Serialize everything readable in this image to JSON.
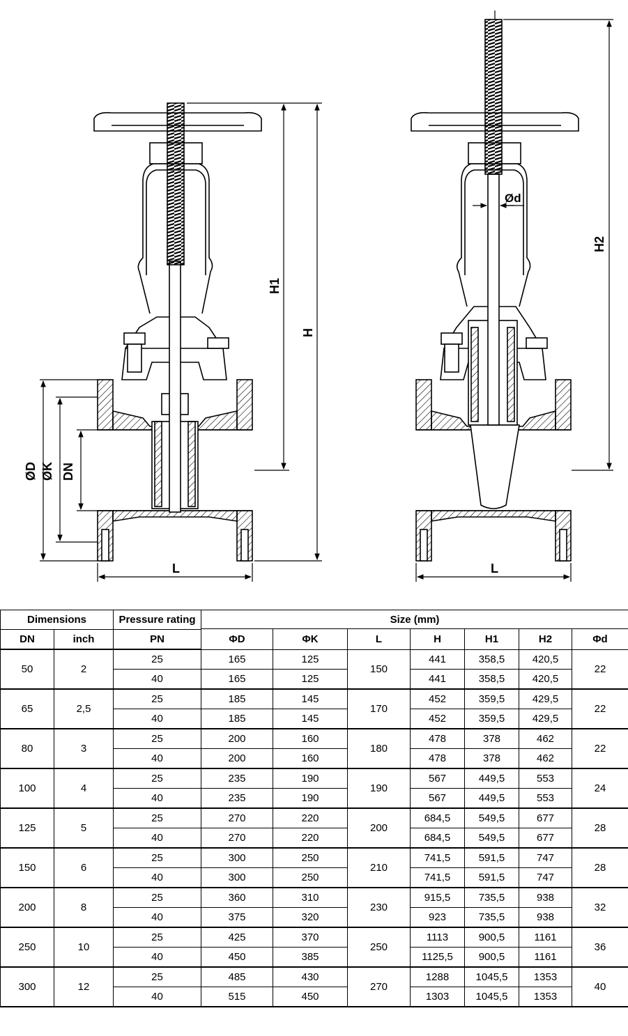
{
  "drawing": {
    "labels": {
      "od": "ØD",
      "ok": "ØK",
      "dn": "DN",
      "l_left": "L",
      "l_right": "L",
      "h": "H",
      "h1": "H1",
      "h2": "H2",
      "stem_d": "Ød"
    }
  },
  "table": {
    "header": {
      "dimensions": "Dimensions",
      "pressure_rating": "Pressure rating",
      "size": "Size (mm)",
      "dn": "DN",
      "inch": "inch",
      "pn": "PN",
      "cols": [
        "ΦD",
        "ΦK",
        "L",
        "H",
        "H1",
        "H2",
        "Φd"
      ]
    },
    "groups": [
      {
        "dn": "50",
        "inch": "2",
        "l": "150",
        "d_stem": "22",
        "rows": [
          {
            "pn": "25",
            "od": "165",
            "ok": "125",
            "h": "441",
            "h1": "358,5",
            "h2": "420,5"
          },
          {
            "pn": "40",
            "od": "165",
            "ok": "125",
            "h": "441",
            "h1": "358,5",
            "h2": "420,5"
          }
        ]
      },
      {
        "dn": "65",
        "inch": "2,5",
        "l": "170",
        "d_stem": "22",
        "rows": [
          {
            "pn": "25",
            "od": "185",
            "ok": "145",
            "h": "452",
            "h1": "359,5",
            "h2": "429,5"
          },
          {
            "pn": "40",
            "od": "185",
            "ok": "145",
            "h": "452",
            "h1": "359,5",
            "h2": "429,5"
          }
        ]
      },
      {
        "dn": "80",
        "inch": "3",
        "l": "180",
        "d_stem": "22",
        "rows": [
          {
            "pn": "25",
            "od": "200",
            "ok": "160",
            "h": "478",
            "h1": "378",
            "h2": "462"
          },
          {
            "pn": "40",
            "od": "200",
            "ok": "160",
            "h": "478",
            "h1": "378",
            "h2": "462"
          }
        ]
      },
      {
        "dn": "100",
        "inch": "4",
        "l": "190",
        "d_stem": "24",
        "rows": [
          {
            "pn": "25",
            "od": "235",
            "ok": "190",
            "h": "567",
            "h1": "449,5",
            "h2": "553"
          },
          {
            "pn": "40",
            "od": "235",
            "ok": "190",
            "h": "567",
            "h1": "449,5",
            "h2": "553"
          }
        ]
      },
      {
        "dn": "125",
        "inch": "5",
        "l": "200",
        "d_stem": "28",
        "rows": [
          {
            "pn": "25",
            "od": "270",
            "ok": "220",
            "h": "684,5",
            "h1": "549,5",
            "h2": "677"
          },
          {
            "pn": "40",
            "od": "270",
            "ok": "220",
            "h": "684,5",
            "h1": "549,5",
            "h2": "677"
          }
        ]
      },
      {
        "dn": "150",
        "inch": "6",
        "l": "210",
        "d_stem": "28",
        "rows": [
          {
            "pn": "25",
            "od": "300",
            "ok": "250",
            "h": "741,5",
            "h1": "591,5",
            "h2": "747"
          },
          {
            "pn": "40",
            "od": "300",
            "ok": "250",
            "h": "741,5",
            "h1": "591,5",
            "h2": "747"
          }
        ]
      },
      {
        "dn": "200",
        "inch": "8",
        "l": "230",
        "d_stem": "32",
        "rows": [
          {
            "pn": "25",
            "od": "360",
            "ok": "310",
            "h": "915,5",
            "h1": "735,5",
            "h2": "938"
          },
          {
            "pn": "40",
            "od": "375",
            "ok": "320",
            "h": "923",
            "h1": "735,5",
            "h2": "938"
          }
        ]
      },
      {
        "dn": "250",
        "inch": "10",
        "l": "250",
        "d_stem": "36",
        "rows": [
          {
            "pn": "25",
            "od": "425",
            "ok": "370",
            "h": "1113",
            "h1": "900,5",
            "h2": "1161"
          },
          {
            "pn": "40",
            "od": "450",
            "ok": "385",
            "h": "1125,5",
            "h1": "900,5",
            "h2": "1161"
          }
        ]
      },
      {
        "dn": "300",
        "inch": "12",
        "l": "270",
        "d_stem": "40",
        "rows": [
          {
            "pn": "25",
            "od": "485",
            "ok": "430",
            "h": "1288",
            "h1": "1045,5",
            "h2": "1353"
          },
          {
            "pn": "40",
            "od": "515",
            "ok": "450",
            "h": "1303",
            "h1": "1045,5",
            "h2": "1353"
          }
        ]
      }
    ]
  }
}
